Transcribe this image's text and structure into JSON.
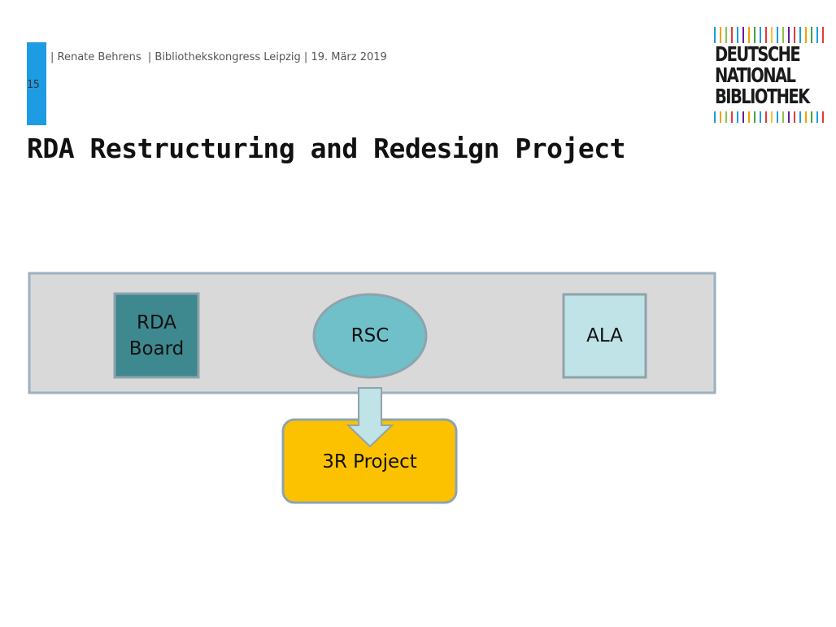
{
  "header": {
    "text": "| Renate Behrens  | Bibliothekskongress Leipzig | 19. März 2019",
    "page_number": "15"
  },
  "title": "RDA Restructuring and Redesign Project",
  "logo": {
    "lines": [
      "DEUTSCHE",
      "NATIONAL",
      "BIBLIOTHEK"
    ]
  },
  "diagram": {
    "nodes": {
      "rda_board": "RDA\nBoard",
      "rsc": "RSC",
      "ala": "ALA",
      "project": "3R Project"
    },
    "colors": {
      "container": "#d9d9d9",
      "rda_board": "#3e8890",
      "rsc": "#6fc0c8",
      "ala": "#bfe3e6",
      "project": "#fcc200",
      "arrow": "#bfe3e6",
      "accent": "#1e9ce3"
    }
  }
}
